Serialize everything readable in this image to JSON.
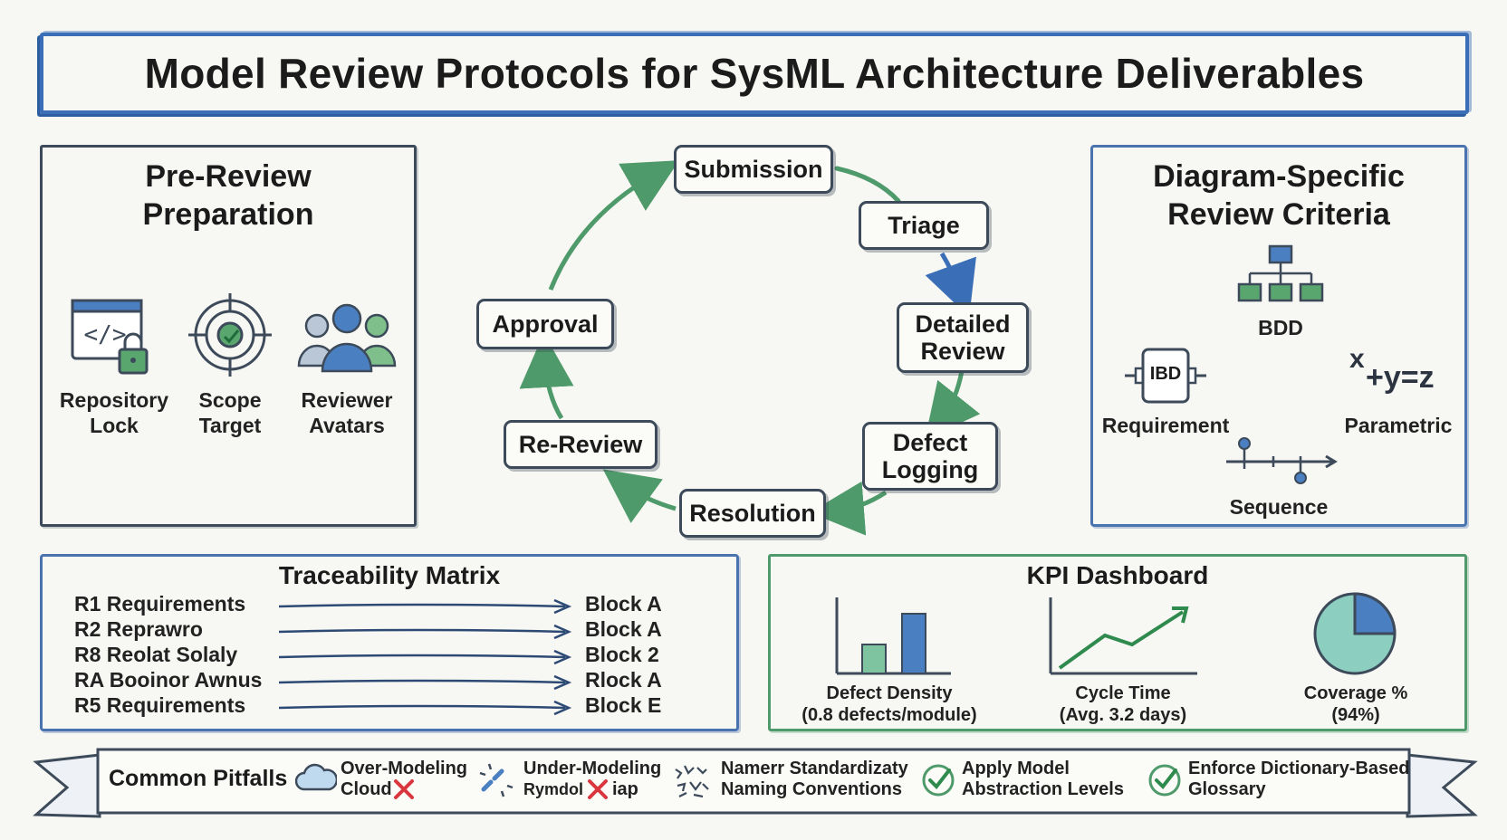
{
  "title": "Model Review Protocols for SysML Architecture Deliverables",
  "pre_review": {
    "title": "Pre-Review\nPreparation",
    "items": [
      {
        "label": "Repository\nLock",
        "icon": "code-lock-icon"
      },
      {
        "label": "Scope\nTarget",
        "icon": "target-icon"
      },
      {
        "label": "Reviewer\nAvatars",
        "icon": "users-icon"
      }
    ]
  },
  "workflow": {
    "steps": [
      "Submission",
      "Triage",
      "Detailed\nReview",
      "Defect\nLogging",
      "Resolution",
      "Re-Review",
      "Approval"
    ]
  },
  "diagram_criteria": {
    "title": "Diagram-Specific\nReview Criteria",
    "items": [
      {
        "label": "BDD",
        "icon": "hierarchy-icon"
      },
      {
        "label": "Requirement",
        "icon": "ibd-block-icon",
        "icon_text": "IBD"
      },
      {
        "label": "Parametric",
        "icon": "equation-icon",
        "icon_text_x": "x",
        "icon_text_eq": "+y=z"
      },
      {
        "label": "Sequence",
        "icon": "timeline-icon"
      }
    ]
  },
  "traceability": {
    "title": "Traceability Matrix",
    "rows": [
      {
        "source": "R1 Requirements",
        "target": "Block A"
      },
      {
        "source": "R2 Reprawro",
        "target": "Block A"
      },
      {
        "source": "R8 Reolat Solaly",
        "target": "Block 2"
      },
      {
        "source": "RA Booinor Awnus",
        "target": "Rlock A"
      },
      {
        "source": "R5 Requirements",
        "target": "Block E"
      }
    ]
  },
  "kpi": {
    "title": "KPI Dashboard",
    "items": [
      {
        "label": "Defect Density\n(0.8 defects/module)",
        "icon": "bar-chart-icon",
        "bars": [
          0.38,
          0.78
        ]
      },
      {
        "label": "Cycle Time\n(Avg. 3.2 days)",
        "icon": "line-chart-icon"
      },
      {
        "label": "Coverage %\n(94%)",
        "icon": "pie-chart-icon",
        "value": 0.94
      }
    ]
  },
  "pitfalls": {
    "title": "Common Pitfalls",
    "items": [
      {
        "line1": "Over-Modeling",
        "line2": "Cloud",
        "icon": "cloud-icon",
        "status": "cross"
      },
      {
        "line1": "Under-Modeling",
        "line2": "Rymdol",
        "line2b": "iap",
        "icon": "broken-link-icon",
        "status": "cross"
      },
      {
        "line1": "Namerr Standardizaty",
        "line2": "Naming Conventions",
        "icon": "scribble-icon",
        "status": "none"
      },
      {
        "line1": "Apply Model",
        "line2": "Abstraction Levels",
        "icon": "check-icon",
        "status": "check"
      },
      {
        "line1": "Enforce Dictionary-Based",
        "line2": "Glossary",
        "icon": "check-icon",
        "status": "check"
      }
    ]
  },
  "colors": {
    "blue": "#3a6fb7",
    "green": "#4f9a6a",
    "ink": "#3c4a5a",
    "cross": "#d9363e"
  }
}
